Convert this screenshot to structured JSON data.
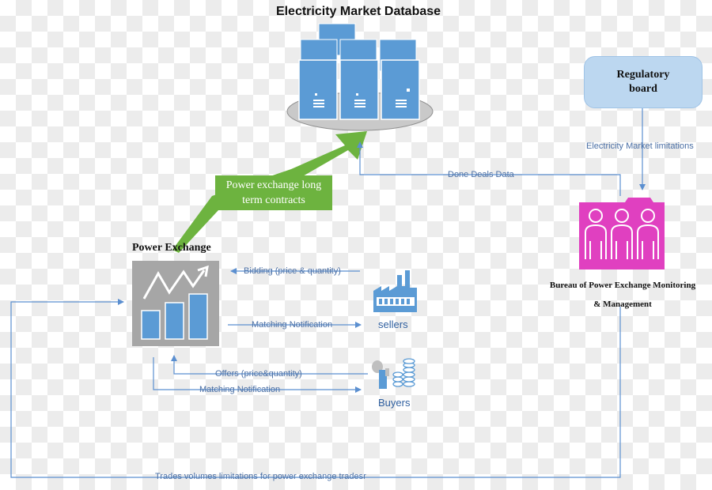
{
  "title": "Electricity Market Database",
  "regulatory_board": {
    "line1": "Regulatory",
    "line2": "board"
  },
  "green_arrow_label": {
    "line1": "Power exchange long",
    "line2": "term contracts"
  },
  "power_exchange": {
    "label": "Power Exchange"
  },
  "bureau": {
    "line1": "Bureau of Power Exchange Monitoring",
    "line2": "& Management"
  },
  "sellers": {
    "label": "sellers"
  },
  "buyers": {
    "label": "Buyers"
  },
  "flows": {
    "market_limitations": "Electricity Market limitations",
    "done_deals": "Done Deals Data",
    "bidding": "Bidding (price & quantity)",
    "matching_sellers": "Matching Notification",
    "offers": "Offers (price&quantity)",
    "matching_buyers": "Matching Notification",
    "trades_limits": "Trades volumes limitations for  power exchange tradesr"
  },
  "colors": {
    "server_blue": "#5b9bd5",
    "arrow_blue": "#5b8fd0",
    "green": "#6db33f",
    "bureau_pink": "#e040c0",
    "gray_icon": "#a6a6a6"
  },
  "icons": {
    "database": "server-cluster-icon",
    "power_exchange": "trend-chart-icon",
    "sellers": "factory-icon",
    "buyers": "coins-buyer-icon",
    "bureau": "people-group-icon"
  }
}
